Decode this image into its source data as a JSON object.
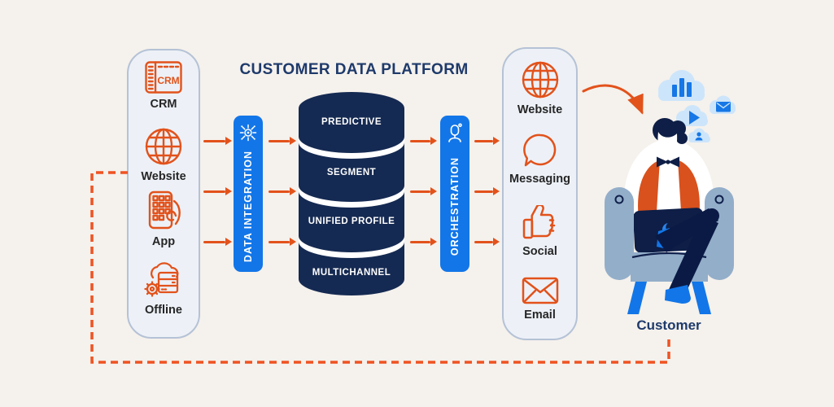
{
  "title": "CUSTOMER DATA PLATFORM",
  "sources": {
    "items": [
      {
        "label": "CRM"
      },
      {
        "label": "Website"
      },
      {
        "label": "App"
      },
      {
        "label": "Offline"
      }
    ]
  },
  "integration": {
    "label": "DATA INTEGRATION"
  },
  "database": {
    "layers": [
      "PREDICTIVE",
      "SEGMENT",
      "UNIFIED PROFILE",
      "MULTICHANNEL"
    ]
  },
  "orchestration": {
    "label": "ORCHESTRATION"
  },
  "channels": {
    "items": [
      {
        "label": "Website"
      },
      {
        "label": "Messaging"
      },
      {
        "label": "Social"
      },
      {
        "label": "Email"
      }
    ]
  },
  "customer": {
    "label": "Customer"
  },
  "icons": {
    "crm_text": "CRM"
  },
  "colors": {
    "accent_orange": "#E2521B",
    "accent_blue": "#1276E8",
    "navy": "#152A52",
    "title_navy": "#1E3A6B",
    "panel_fill": "#EDF1F7",
    "panel_border": "#B5C2D6",
    "background": "#F5F1EC"
  }
}
